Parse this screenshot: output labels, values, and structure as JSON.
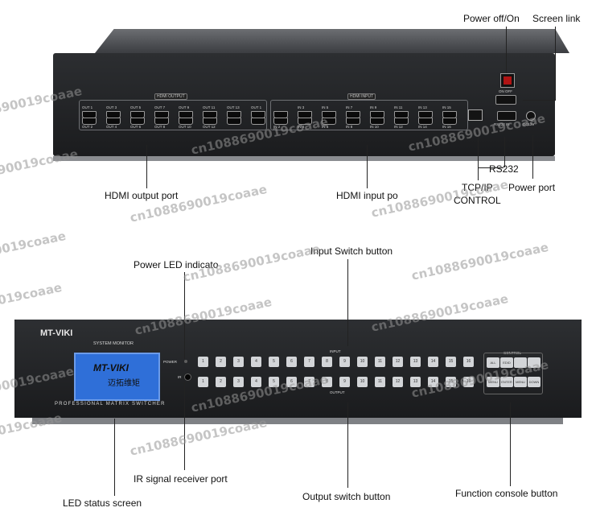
{
  "labels": {
    "power_off_on": "Power off/On",
    "screen_link": "Screen link",
    "hdmi_output_port": "HDMI output port",
    "hdmi_input_port": "HDMI input po",
    "rs232": "RS232",
    "tcp_ip": "TCP/IP",
    "control": "CONTROL",
    "power_port": "Power port",
    "power_led": "Power LED indicato",
    "input_switch_button": "Input Switch button",
    "ir_receiver": "IR signal receiver port",
    "led_status_screen": "LED status screen",
    "output_switch_button": "Output switch button",
    "function_console_button": "Function console button"
  },
  "rear": {
    "hdmi_output_title": "HDMI OUTPUT",
    "hdmi_input_title": "HDMI INPUT",
    "out_top": [
      "OUT 1",
      "OUT 3",
      "OUT 5",
      "OUT 7",
      "OUT 9",
      "OUT 11",
      "OUT 13",
      "OUT 1"
    ],
    "out_bottom": [
      "OUT 2",
      "OUT 4",
      "OUT 6",
      "OUT 8",
      "OUT 10",
      "OUT 12",
      "",
      ""
    ],
    "in_top": [
      "",
      "IN 3",
      "IN 5",
      "IN 7",
      "IN 9",
      "IN 11",
      "IN 13",
      "IN 15"
    ],
    "in_bottom": [
      "IN 2",
      "IN 4",
      "IN 6",
      "IN 8",
      "IN 10",
      "IN 12",
      "IN 14",
      "IN 16"
    ],
    "on_off": "ON OFF",
    "rs232_in": "RS232 IN",
    "dc12v": "DC12V"
  },
  "front": {
    "brand": "MT-VIKI",
    "system_monitor": "SYSTEM MONITOR",
    "lcd_brand": "MT-VIKI",
    "lcd_chinese": "迈拓维矩",
    "subtitle": "PROFESSIONAL MATRIX SWITCHER",
    "power": "POWER",
    "ir": "IR",
    "input": "INPUT",
    "output": "OUTPUT",
    "control": "CONTROL",
    "input_buttons": [
      "1",
      "2",
      "3",
      "4",
      "5",
      "6",
      "7",
      "8",
      "9",
      "10",
      "11",
      "12",
      "13",
      "14",
      "15",
      "16"
    ],
    "output_buttons": [
      "1",
      "2",
      "3",
      "4",
      "5",
      "6",
      "7",
      "8",
      "9",
      "10",
      "11",
      "12",
      "13",
      "14",
      "15",
      "16"
    ],
    "control_buttons": [
      "ALL",
      "EDID",
      "",
      "",
      "MENU",
      "ENTER",
      "MENU",
      "DOWN"
    ]
  },
  "watermark": "cn1088690019coaae"
}
